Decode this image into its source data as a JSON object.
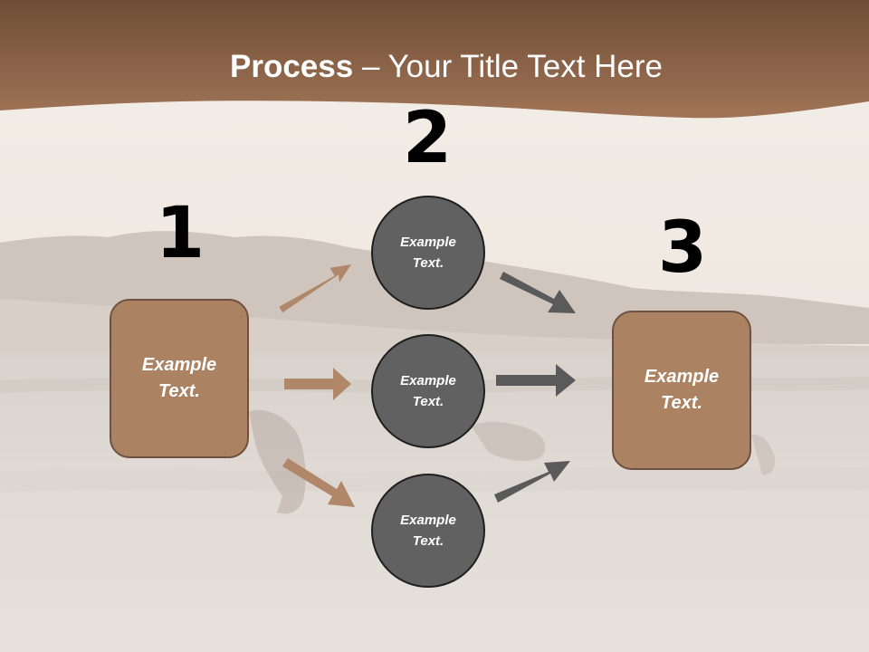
{
  "title": {
    "bold": "Process",
    "rest": " – Your Title Text Here"
  },
  "steps": {
    "one": "1",
    "two": "2",
    "three": "3"
  },
  "left_box": {
    "text": "Example Text."
  },
  "circles": [
    {
      "text": "Example Text."
    },
    {
      "text": "Example Text."
    },
    {
      "text": "Example Text."
    }
  ],
  "right_box": {
    "text": "Example Text."
  },
  "colors": {
    "header": "#8b6245",
    "box_fill": "#ab8262",
    "circle_fill": "#616161",
    "left_arrow": "#b1876a",
    "right_arrow": "#5a5a5a"
  }
}
